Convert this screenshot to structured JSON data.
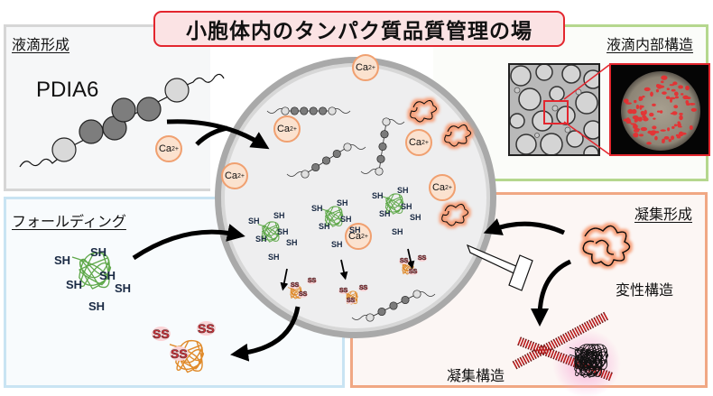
{
  "title": "小胞体内のタンパク質品質管理の場",
  "panels": {
    "droplet_formation": {
      "label": "液滴形成",
      "protein_name": "PDIA6"
    },
    "droplet_interior": {
      "label": "液滴内部構造"
    },
    "folding": {
      "label": "フォールディング"
    },
    "aggregation": {
      "label": "凝集形成",
      "denatured_label": "変性構造",
      "aggregate_label": "凝集構造"
    }
  },
  "ion": {
    "symbol": "Ca",
    "charge": "2+"
  },
  "thiol": "SH",
  "disulfide": "SS",
  "colors": {
    "title_border": "#e3262e",
    "title_fill": "#fbe3e4",
    "droplet_panel_border": "#d6d6d6",
    "interior_panel_border": "#b5d78e",
    "folding_panel_border": "#c9e4f3",
    "aggregation_panel_border": "#f0a783",
    "calcium_fill": "#fbe2cf",
    "unfolded_chain": "#5fa84a",
    "folded_chain": "#e08a2a",
    "fibril": "#8b1a1a"
  }
}
